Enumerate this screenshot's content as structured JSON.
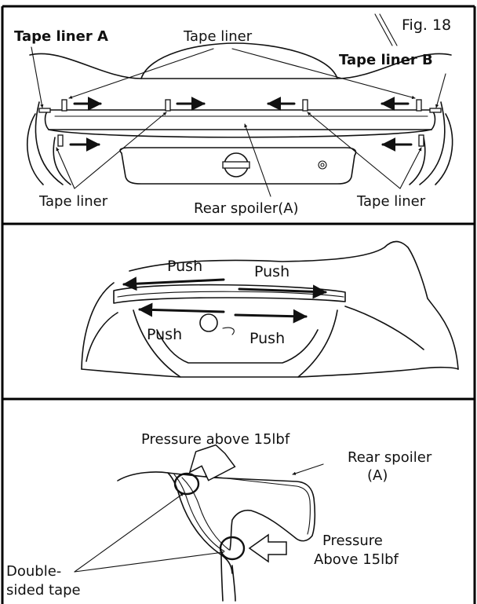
{
  "figure": {
    "number": "Fig. 18"
  },
  "panel1": {
    "tape_liner_a": "Tape liner A",
    "tape_liner_b": "Tape liner B",
    "tape_liner_top": "Tape liner",
    "tape_liner_bottom_left": "Tape liner",
    "tape_liner_bottom_right": "Tape liner",
    "rear_spoiler": "Rear spoiler(A)"
  },
  "panel2": {
    "push_labels": [
      "Push",
      "Push",
      "Push",
      "Push"
    ]
  },
  "panel3": {
    "pressure_top": "Pressure above 15lbf",
    "rear_spoiler_line1": "Rear spoiler",
    "rear_spoiler_line2": "(A)",
    "pressure_right_line1": "Pressure",
    "pressure_right_line2": "Above 15lbf",
    "tape_line1": "Double-",
    "tape_line2": "sided tape"
  }
}
